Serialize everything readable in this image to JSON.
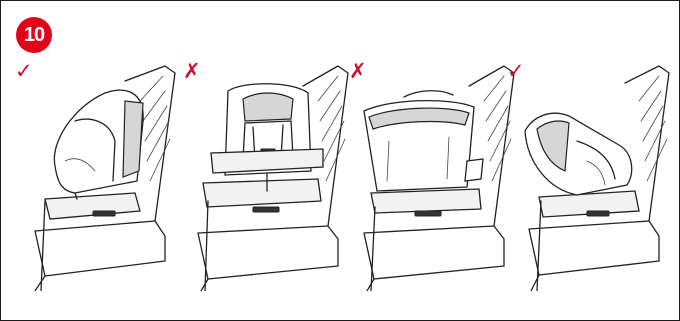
{
  "step": {
    "number": "10"
  },
  "panels": [
    {
      "mark": "✓",
      "status": "correct"
    },
    {
      "mark": "✗",
      "status": "incorrect"
    },
    {
      "mark": "✗",
      "status": "incorrect"
    },
    {
      "mark": "✓",
      "status": "correct"
    }
  ],
  "colors": {
    "accent": "#e2001a",
    "line": "#222222"
  }
}
